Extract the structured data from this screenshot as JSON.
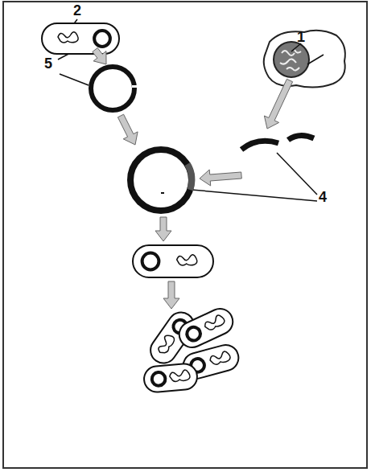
{
  "diagram": {
    "labels": [
      "2",
      "1",
      "5",
      "4"
    ]
  }
}
